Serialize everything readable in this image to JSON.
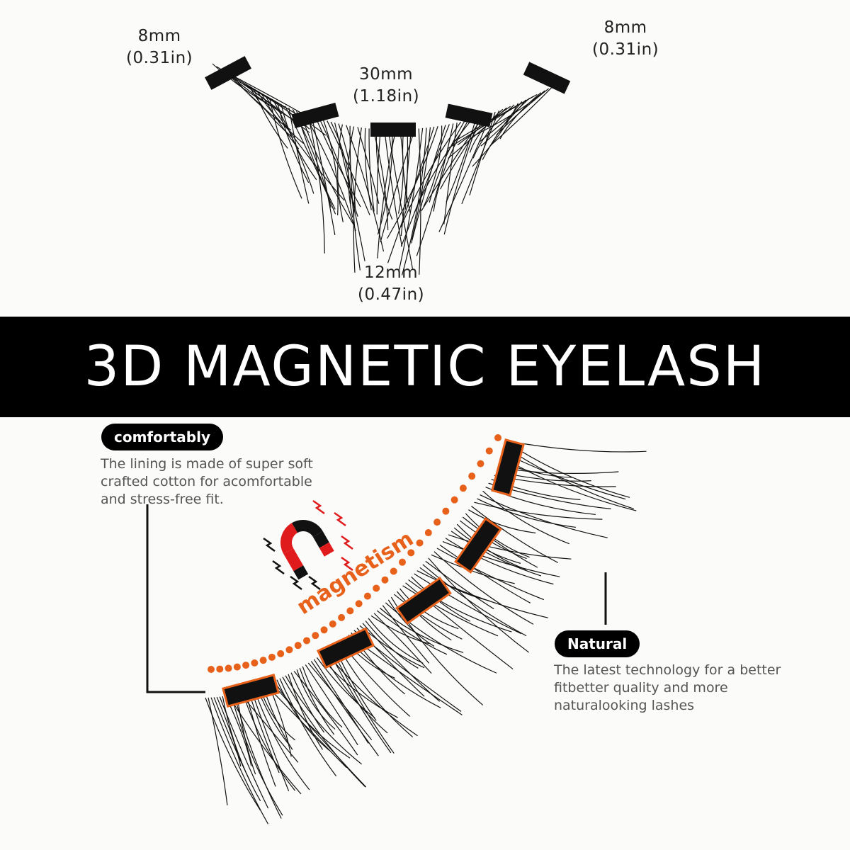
{
  "top_lash": {
    "left_length": {
      "mm": "8mm",
      "in": "(0.31in)"
    },
    "right_length": {
      "mm": "8mm",
      "in": "(0.31in)"
    },
    "width": {
      "mm": "30mm",
      "in": "(1.18in)"
    },
    "lash_length": {
      "mm": "12mm",
      "in": "(0.47in)"
    }
  },
  "banner": {
    "title": "3D MAGNETIC EYELASH"
  },
  "features": {
    "comfortably": {
      "label": "comfortably",
      "lines": [
        "The lining is made of super soft",
        "crafted cotton for acomfortable",
        "and stress-free fit."
      ]
    },
    "natural": {
      "label": "Natural",
      "lines": [
        "The latest technology for a better",
        "fitbetter quality and more",
        "naturalooking lashes"
      ]
    },
    "magnetism": {
      "label": "magnetism",
      "icon": "magnet-icon"
    }
  },
  "colors": {
    "accent": "#e8611a",
    "magnet_red": "#e01b1b",
    "banner": "#000000"
  }
}
